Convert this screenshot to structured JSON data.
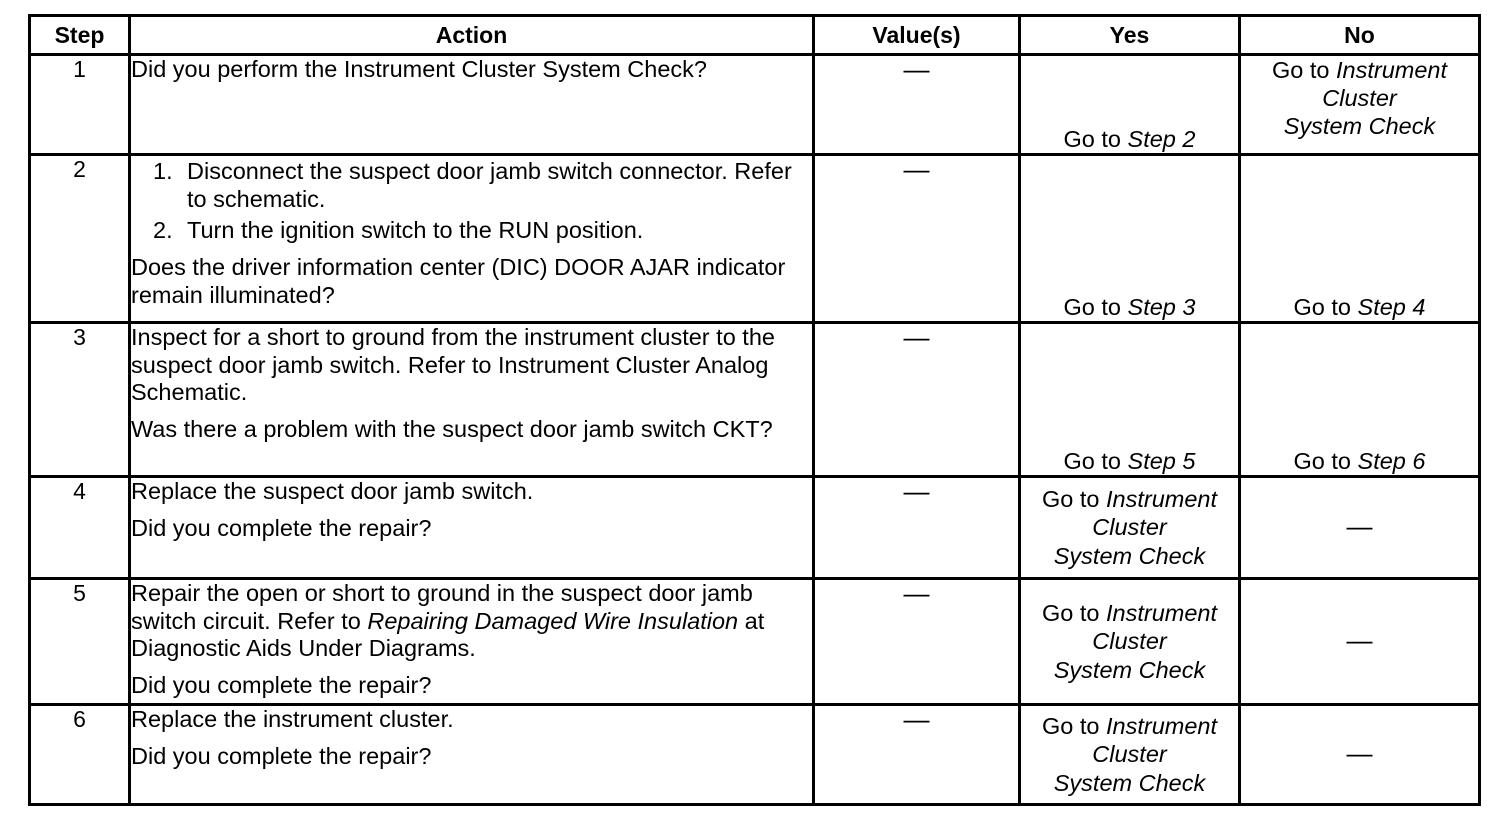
{
  "table": {
    "columns": [
      "Step",
      "Action",
      "Value(s)",
      "Yes",
      "No"
    ],
    "goto_prefix": "Go to ",
    "dash": "—",
    "rows": [
      {
        "step": "1",
        "action_lines": [
          "Did you perform the Instrument Cluster System Check?"
        ],
        "value": "—",
        "yes_prefix": "Go to ",
        "yes_target": "Step 2",
        "no_prefix": "Go to ",
        "no_target_line1": "Instrument",
        "no_target_line2": "Cluster",
        "no_target_line3": "System Check"
      },
      {
        "step": "2",
        "numbered": [
          {
            "num": "1.",
            "text": "Disconnect the suspect door jamb switch connector. Refer to schematic."
          },
          {
            "num": "2.",
            "text": "Turn the ignition switch to the RUN position."
          }
        ],
        "question": "Does the driver information center (DIC) DOOR AJAR indicator remain illuminated?",
        "value": "—",
        "yes_prefix": "Go to ",
        "yes_target": "Step 3",
        "no_prefix": "Go to ",
        "no_target": "Step 4"
      },
      {
        "step": "3",
        "para1": "Inspect for a short to ground from the instrument cluster to the suspect door jamb switch. Refer to Instrument Cluster Analog Schematic.",
        "para2": "Was there a problem with the suspect door jamb switch CKT?",
        "value": "—",
        "yes_prefix": "Go to ",
        "yes_target": "Step 5",
        "no_prefix": "Go to ",
        "no_target": "Step 6"
      },
      {
        "step": "4",
        "para1": "Replace the suspect door jamb switch.",
        "para2": "Did you complete the repair?",
        "value": "—",
        "yes_prefix": "Go to ",
        "yes_target_line1": "Instrument",
        "yes_target_line2": "Cluster",
        "yes_target_line3": "System Check",
        "no": "—"
      },
      {
        "step": "5",
        "para1_a": "Repair the open or short to ground in the suspect door jamb switch circuit. Refer to ",
        "para1_italic": "Repairing Damaged Wire Insulation",
        "para1_b": " at Diagnostic Aids Under Diagrams.",
        "para2": "Did you complete the repair?",
        "value": "—",
        "yes_prefix": "Go to ",
        "yes_target_line1": "Instrument",
        "yes_target_line2": "Cluster",
        "yes_target_line3": "System Check",
        "no": "—"
      },
      {
        "step": "6",
        "para1": "Replace the instrument cluster.",
        "para2": "Did you complete the repair?",
        "value": "—",
        "yes_prefix": "Go to ",
        "yes_target_line1": "Instrument",
        "yes_target_line2": "Cluster",
        "yes_target_line3": "System Check",
        "no": "—"
      }
    ]
  }
}
